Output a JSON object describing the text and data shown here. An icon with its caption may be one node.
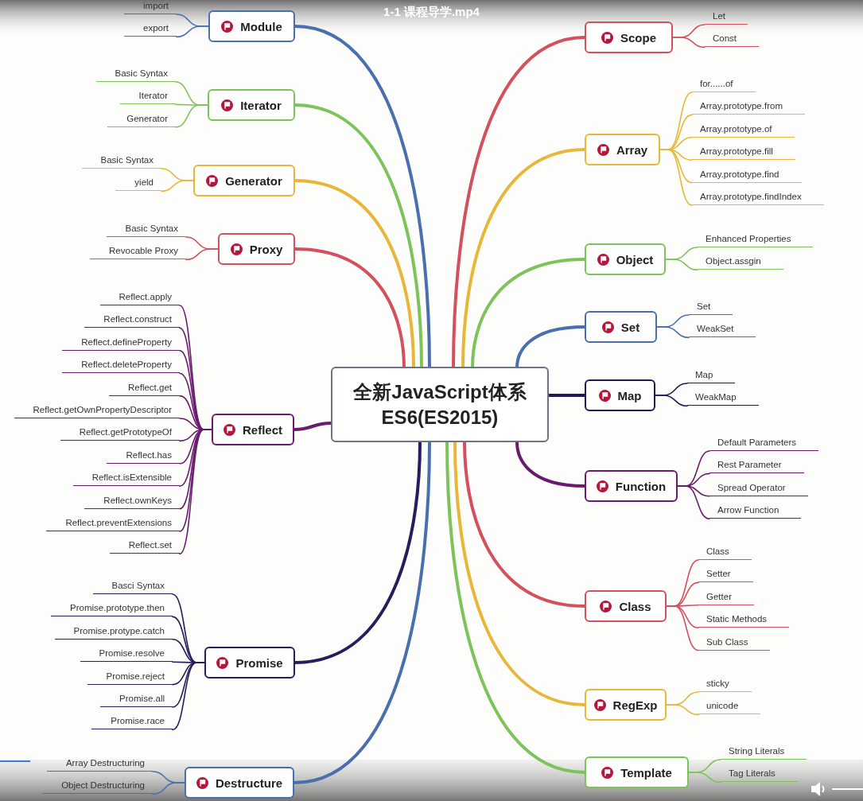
{
  "diagram": {
    "nodes": [
      {
        "text": [
          "全新JavaScript体系 ES6(ES2015)"
        ]
      },
      {
        "text": [
          "Module"
        ]
      },
      {
        "text": [
          "import"
        ]
      },
      {
        "text": [
          "export"
        ]
      },
      {
        "text": [
          "Iterator"
        ]
      },
      {
        "text": [
          "Basic Syntax"
        ]
      },
      {
        "text": [
          "Iterator"
        ]
      },
      {
        "text": [
          "Generator"
        ]
      },
      {
        "text": [
          "Generator"
        ]
      },
      {
        "text": [
          "Basic Syntax"
        ]
      },
      {
        "text": [
          "yield"
        ]
      },
      {
        "text": [
          "Proxy"
        ]
      },
      {
        "text": [
          "Basic Syntax"
        ]
      },
      {
        "text": [
          "Revocable Proxy"
        ]
      },
      {
        "text": [
          "Reflect"
        ]
      },
      {
        "text": [
          "Reflect.apply"
        ]
      },
      {
        "text": [
          "Reflect.construct"
        ]
      },
      {
        "text": [
          "Reflect.defineProperty"
        ]
      },
      {
        "text": [
          "Reflect.deleteProperty"
        ]
      },
      {
        "text": [
          "Reflect.get"
        ]
      },
      {
        "text": [
          "Reflect.getOwnPropertyDescriptor"
        ]
      },
      {
        "text": [
          "Reflect.getPrototypeOf"
        ]
      },
      {
        "text": [
          "Reflect.has"
        ]
      },
      {
        "text": [
          "Reflect.isExtensible"
        ]
      },
      {
        "text": [
          "Reflect.ownKeys"
        ]
      },
      {
        "text": [
          "Reflect.preventExtensions"
        ]
      },
      {
        "text": [
          "Reflect.set"
        ]
      },
      {
        "text": [
          "Promise"
        ]
      },
      {
        "text": [
          "Basci Syntax"
        ]
      },
      {
        "text": [
          "Promise.prototype.then"
        ]
      },
      {
        "text": [
          "Promise.protype.catch"
        ]
      },
      {
        "text": [
          "Promise.resolve"
        ]
      },
      {
        "text": [
          "Promise.reject"
        ]
      },
      {
        "text": [
          "Promise.all"
        ]
      },
      {
        "text": [
          "Promise.race"
        ]
      },
      {
        "text": [
          "Destructure"
        ]
      },
      {
        "text": [
          "Array Destructuring"
        ]
      },
      {
        "text": [
          "Object Destructuring"
        ]
      },
      {
        "text": [
          "Scope"
        ]
      },
      {
        "text": [
          "Let"
        ]
      },
      {
        "text": [
          "Const"
        ]
      },
      {
        "text": [
          "Array"
        ]
      },
      {
        "text": [
          "for......of"
        ]
      },
      {
        "text": [
          "Array.prototype.from"
        ]
      },
      {
        "text": [
          "Array.prototype.of"
        ]
      },
      {
        "text": [
          "Array.prototype.fill"
        ]
      },
      {
        "text": [
          "Array.prototype.find"
        ]
      },
      {
        "text": [
          "Array.prototype.findIndex"
        ]
      },
      {
        "text": [
          "Object"
        ]
      },
      {
        "text": [
          "Enhanced Properties"
        ]
      },
      {
        "text": [
          "Object.assgin"
        ]
      },
      {
        "text": [
          "Set"
        ]
      },
      {
        "text": [
          "Set"
        ]
      },
      {
        "text": [
          "WeakSet"
        ]
      },
      {
        "text": [
          "Map"
        ]
      },
      {
        "text": [
          "Map"
        ]
      },
      {
        "text": [
          "WeakMap"
        ]
      },
      {
        "text": [
          "Function"
        ]
      },
      {
        "text": [
          "Default Parameters"
        ]
      },
      {
        "text": [
          "Rest Parameter"
        ]
      },
      {
        "text": [
          "Spread Operator"
        ]
      },
      {
        "text": [
          "Arrow Function"
        ]
      },
      {
        "text": [
          "Class"
        ]
      },
      {
        "text": [
          "Class"
        ]
      },
      {
        "text": [
          "Setter"
        ]
      },
      {
        "text": [
          "Getter"
        ]
      },
      {
        "text": [
          "Static Methods"
        ]
      },
      {
        "text": [
          "Sub Class"
        ]
      },
      {
        "text": [
          "RegExp"
        ]
      },
      {
        "text": [
          "sticky"
        ]
      },
      {
        "text": [
          "unicode"
        ]
      },
      {
        "text": [
          "Template"
        ]
      },
      {
        "text": [
          "String Literals"
        ]
      },
      {
        "text": [
          "Tag Literals"
        ]
      }
    ],
    "edges": [
      {
        "from": 0,
        "to": 1,
        "arrow": "none",
        "style": "thick",
        "color": "#4a6fae"
      },
      {
        "from": 1,
        "to": 2,
        "arrow": "none",
        "color": "#4a6fae"
      },
      {
        "from": 1,
        "to": 3,
        "arrow": "none",
        "color": "#4a6fae"
      },
      {
        "from": 0,
        "to": 4,
        "arrow": "none",
        "style": "thick",
        "color": "#7cc35a"
      },
      {
        "from": 4,
        "to": 5,
        "arrow": "none",
        "color": "#7cc35a"
      },
      {
        "from": 4,
        "to": 6,
        "arrow": "none",
        "color": "#7cc35a"
      },
      {
        "from": 4,
        "to": 7,
        "arrow": "none",
        "color": "#7cc35a"
      },
      {
        "from": 0,
        "to": 8,
        "arrow": "none",
        "style": "thick",
        "color": "#e8b73a"
      },
      {
        "from": 8,
        "to": 9,
        "arrow": "none",
        "color": "#e8b73a"
      },
      {
        "from": 8,
        "to": 10,
        "arrow": "none",
        "color": "#e8b73a"
      },
      {
        "from": 0,
        "to": 11,
        "arrow": "none",
        "style": "thick",
        "color": "#d4505f"
      },
      {
        "from": 11,
        "to": 12,
        "arrow": "none",
        "color": "#d4505f"
      },
      {
        "from": 11,
        "to": 13,
        "arrow": "none",
        "color": "#d4505f"
      },
      {
        "from": 0,
        "to": 14,
        "arrow": "none",
        "style": "thick",
        "color": "#6a1b6e"
      },
      {
        "from": 14,
        "to": 15,
        "arrow": "none",
        "color": "#6a1b6e"
      },
      {
        "from": 14,
        "to": 16,
        "arrow": "none",
        "color": "#6a1b6e"
      },
      {
        "from": 14,
        "to": 17,
        "arrow": "none",
        "color": "#6a1b6e"
      },
      {
        "from": 14,
        "to": 18,
        "arrow": "none",
        "color": "#6a1b6e"
      },
      {
        "from": 14,
        "to": 19,
        "arrow": "none",
        "color": "#6a1b6e"
      },
      {
        "from": 14,
        "to": 20,
        "arrow": "none",
        "color": "#6a1b6e"
      },
      {
        "from": 14,
        "to": 21,
        "arrow": "none",
        "color": "#6a1b6e"
      },
      {
        "from": 14,
        "to": 22,
        "arrow": "none",
        "color": "#6a1b6e"
      },
      {
        "from": 14,
        "to": 23,
        "arrow": "none",
        "color": "#6a1b6e"
      },
      {
        "from": 14,
        "to": 24,
        "arrow": "none",
        "color": "#6a1b6e"
      },
      {
        "from": 14,
        "to": 25,
        "arrow": "none",
        "color": "#6a1b6e"
      },
      {
        "from": 14,
        "to": 26,
        "arrow": "none",
        "color": "#6a1b6e"
      },
      {
        "from": 0,
        "to": 27,
        "arrow": "none",
        "style": "thick",
        "color": "#2a1a5e"
      },
      {
        "from": 27,
        "to": 28,
        "arrow": "none",
        "color": "#2a1a5e"
      },
      {
        "from": 27,
        "to": 29,
        "arrow": "none",
        "color": "#2a1a5e"
      },
      {
        "from": 27,
        "to": 30,
        "arrow": "none",
        "color": "#2a1a5e"
      },
      {
        "from": 27,
        "to": 31,
        "arrow": "none",
        "color": "#2a1a5e"
      },
      {
        "from": 27,
        "to": 32,
        "arrow": "none",
        "color": "#2a1a5e"
      },
      {
        "from": 27,
        "to": 33,
        "arrow": "none",
        "color": "#2a1a5e"
      },
      {
        "from": 27,
        "to": 34,
        "arrow": "none",
        "color": "#2a1a5e"
      },
      {
        "from": 0,
        "to": 35,
        "arrow": "none",
        "style": "thick",
        "color": "#4a6fae"
      },
      {
        "from": 35,
        "to": 36,
        "arrow": "none",
        "color": "#4a6fae"
      },
      {
        "from": 35,
        "to": 37,
        "arrow": "none",
        "color": "#4a6fae"
      },
      {
        "from": 0,
        "to": 38,
        "arrow": "none",
        "style": "thick",
        "color": "#d4505f"
      },
      {
        "from": 38,
        "to": 39,
        "arrow": "none",
        "color": "#d4505f"
      },
      {
        "from": 38,
        "to": 40,
        "arrow": "none",
        "color": "#d4505f"
      },
      {
        "from": 0,
        "to": 41,
        "arrow": "none",
        "style": "thick",
        "color": "#e8b73a"
      },
      {
        "from": 41,
        "to": 42,
        "arrow": "none",
        "color": "#e8b73a"
      },
      {
        "from": 41,
        "to": 43,
        "arrow": "none",
        "color": "#e8b73a"
      },
      {
        "from": 41,
        "to": 44,
        "arrow": "none",
        "color": "#e8b73a"
      },
      {
        "from": 41,
        "to": 45,
        "arrow": "none",
        "color": "#e8b73a"
      },
      {
        "from": 41,
        "to": 46,
        "arrow": "none",
        "color": "#e8b73a"
      },
      {
        "from": 41,
        "to": 47,
        "arrow": "none",
        "color": "#e8b73a"
      },
      {
        "from": 0,
        "to": 48,
        "arrow": "none",
        "style": "thick",
        "color": "#7cc35a"
      },
      {
        "from": 48,
        "to": 49,
        "arrow": "none",
        "color": "#7cc35a"
      },
      {
        "from": 48,
        "to": 50,
        "arrow": "none",
        "color": "#7cc35a"
      },
      {
        "from": 0,
        "to": 51,
        "arrow": "none",
        "style": "thick",
        "color": "#4a6fae"
      },
      {
        "from": 51,
        "to": 52,
        "arrow": "none",
        "color": "#4a6fae"
      },
      {
        "from": 51,
        "to": 53,
        "arrow": "none",
        "color": "#4a6fae"
      },
      {
        "from": 0,
        "to": 54,
        "arrow": "none",
        "style": "thick",
        "color": "#1e1a50"
      },
      {
        "from": 54,
        "to": 55,
        "arrow": "none",
        "color": "#1e1a50"
      },
      {
        "from": 54,
        "to": 56,
        "arrow": "none",
        "color": "#1e1a50"
      },
      {
        "from": 0,
        "to": 57,
        "arrow": "none",
        "style": "thick",
        "color": "#6a1b6e"
      },
      {
        "from": 57,
        "to": 58,
        "arrow": "none",
        "color": "#6a1b6e"
      },
      {
        "from": 57,
        "to": 59,
        "arrow": "none",
        "color": "#6a1b6e"
      },
      {
        "from": 57,
        "to": 60,
        "arrow": "none",
        "color": "#6a1b6e"
      },
      {
        "from": 57,
        "to": 61,
        "arrow": "none",
        "color": "#6a1b6e"
      },
      {
        "from": 0,
        "to": 62,
        "arrow": "none",
        "style": "thick",
        "color": "#d4505f"
      },
      {
        "from": 62,
        "to": 63,
        "arrow": "none",
        "color": "#d4505f"
      },
      {
        "from": 62,
        "to": 64,
        "arrow": "none",
        "color": "#d4505f"
      },
      {
        "from": 62,
        "to": 65,
        "arrow": "none",
        "color": "#d4505f"
      },
      {
        "from": 62,
        "to": 66,
        "arrow": "none",
        "color": "#d4505f"
      },
      {
        "from": 62,
        "to": 67,
        "arrow": "none",
        "color": "#d4505f"
      },
      {
        "from": 0,
        "to": 68,
        "arrow": "none",
        "style": "thick",
        "color": "#e8b73a"
      },
      {
        "from": 68,
        "to": 69,
        "arrow": "none",
        "color": "#e8b73a"
      },
      {
        "from": 68,
        "to": 70,
        "arrow": "none",
        "color": "#e8b73a"
      },
      {
        "from": 0,
        "to": 71,
        "arrow": "none",
        "style": "thick",
        "color": "#7cc35a"
      },
      {
        "from": 71,
        "to": 72,
        "arrow": "none",
        "color": "#7cc35a"
      },
      {
        "from": 71,
        "to": 73,
        "arrow": "none",
        "color": "#7cc35a"
      }
    ],
    "labels": [
      "1-1 课程导学.mp4"
    ]
  }
}
